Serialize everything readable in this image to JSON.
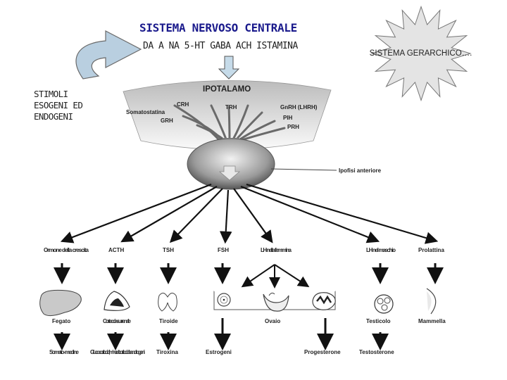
{
  "title": "SISTEMA NERVOSO CENTRALE",
  "neurotransmitters": "DA  A  NA  5-HT GABA ACH  ISTAMINA",
  "stimuli_label": "STIMOLI\nESOGENI ED\nENDOGENI",
  "star_label": "SISTEMA GERARCHICO….",
  "hypothalamus": {
    "title": "IPOTALAMO",
    "crh": "CRH",
    "somatostatina": "Somatostatina",
    "grh": "GRH",
    "trh": "TRH",
    "gnrh": "GnRH (LHRH)",
    "pih": "PIH",
    "prh": "PRH"
  },
  "pituitary_label": "Ipofisi anteriore",
  "hormones": {
    "gh": "Ormone della crescita",
    "acth": "ACTH",
    "tsh": "TSH",
    "fsh": "FSH",
    "lh_f": "LH nella femmina",
    "lh_m": "LH nel maschio",
    "prl": "Prolattina"
  },
  "organs": {
    "fegato": "Fegato",
    "corteccia": "Corteccia surrenale",
    "tiroide": "Tiroide",
    "ovaio": "Ovaio",
    "testicolo": "Testicolo",
    "mammella": "Mammella"
  },
  "products": {
    "somatomedine": "Somato- medine",
    "gluco": "Glucocorticoidi, mineralcorticoidi e androgeni",
    "tiroxina": "Tiroxina",
    "estrogeni": "Estrogeni",
    "progesterone": "Progesterone",
    "testosterone": "Testosterone"
  }
}
